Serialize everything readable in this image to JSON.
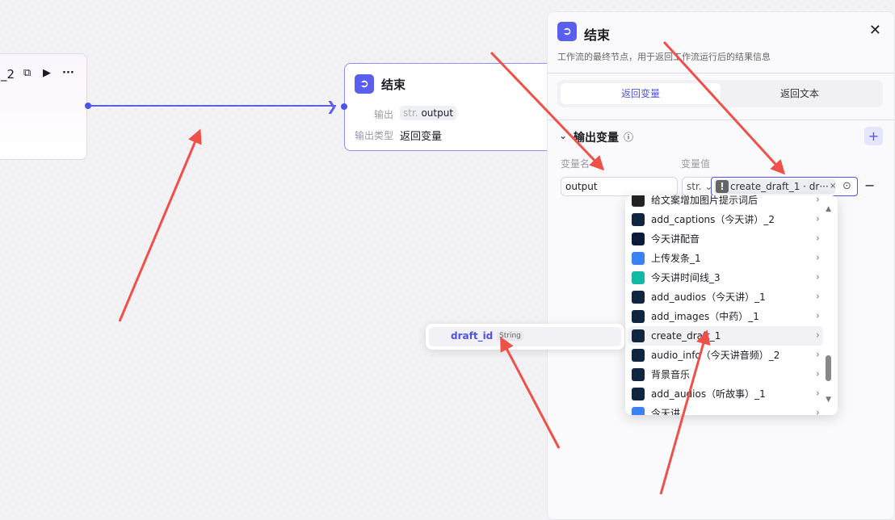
{
  "canvas": {
    "node1": {
      "title": "_2"
    },
    "end_node": {
      "title": "结束",
      "output_label": "输出",
      "output_type_tag": "str.",
      "output_name": "output",
      "type_label": "输出类型",
      "type_value": "返回变量"
    }
  },
  "panel": {
    "title": "结束",
    "description": "工作流的最终节点，用于返回工作流运行后的结果信息",
    "tabs": [
      "返回变量",
      "返回文本"
    ],
    "section_title": "输出变量",
    "col_name": "变量名",
    "col_value": "变量值",
    "var_name": "output",
    "type_select": "str.",
    "ref_value": "create_draft_1 · dr···"
  },
  "dropdown": {
    "items": [
      {
        "label": "给文案增加图片提示词后",
        "icon": "#222"
      },
      {
        "label": "add_captions（今天讲）_2",
        "icon": "#10263e"
      },
      {
        "label": "今天讲配音",
        "icon": "#0b1a3a"
      },
      {
        "label": "上传发条_1",
        "icon": "#3b82f6"
      },
      {
        "label": "今天讲时间线_3",
        "icon": "#14b8a6"
      },
      {
        "label": "add_audios（今天讲）_1",
        "icon": "#10263e"
      },
      {
        "label": "add_images（中药）_1",
        "icon": "#10263e"
      },
      {
        "label": "create_draft_1",
        "icon": "#10263e"
      },
      {
        "label": "audio_info（今天讲音频）_2",
        "icon": "#10263e"
      },
      {
        "label": "背景音乐",
        "icon": "#10263e"
      },
      {
        "label": "add_audios（听故事）_1",
        "icon": "#10263e"
      },
      {
        "label": "今天讲",
        "icon": "#3b82f6"
      }
    ]
  },
  "submenu": {
    "field": "draft_id",
    "type": "String"
  }
}
